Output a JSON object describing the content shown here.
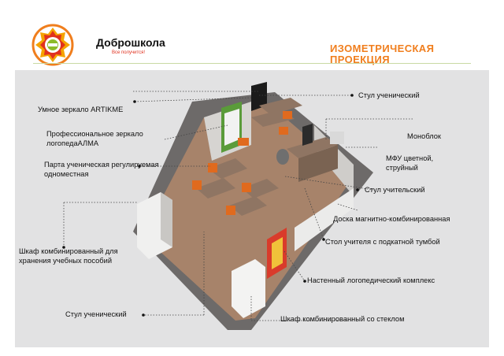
{
  "brand": {
    "name": "Доброшкола",
    "tagline": "Все получится!"
  },
  "slide_title": "ИЗОМЕТРИЧЕСКАЯ ПРОЕКЦИЯ",
  "labels": {
    "student_chair_top": "Стул ученический",
    "smart_mirror": "Умное зеркало ARTIKME",
    "monoblock": "Моноблок",
    "pro_mirror": "Профессиональное зеркало логопедаАЛМА",
    "mfu": "МФУ цветной, струйный",
    "student_desk": "Парта ученическая регулируемая одноместная",
    "teacher_chair": "Стул учительский",
    "magnetic_board": "Доска магнитно-комбинированная",
    "teacher_desk": "Стол учителя с подкатной тумбой",
    "combined_cabinet": "Шкаф комбинированный для хранения учебных пособий",
    "speech_complex": "Настенный логопедический комплекс",
    "student_chair_bottom": "Стул ученический",
    "glass_cabinet": "Шкаф комбинированный со стеклом"
  },
  "colors": {
    "title_orange": "#f07e1d",
    "tagline_red": "#e0311f",
    "stage_gray": "#e2e2e3",
    "floor": "#a7836a",
    "wall": "#d6d4d1",
    "chair_orange": "#e06a1e",
    "desk_wood": "#8f7563"
  }
}
